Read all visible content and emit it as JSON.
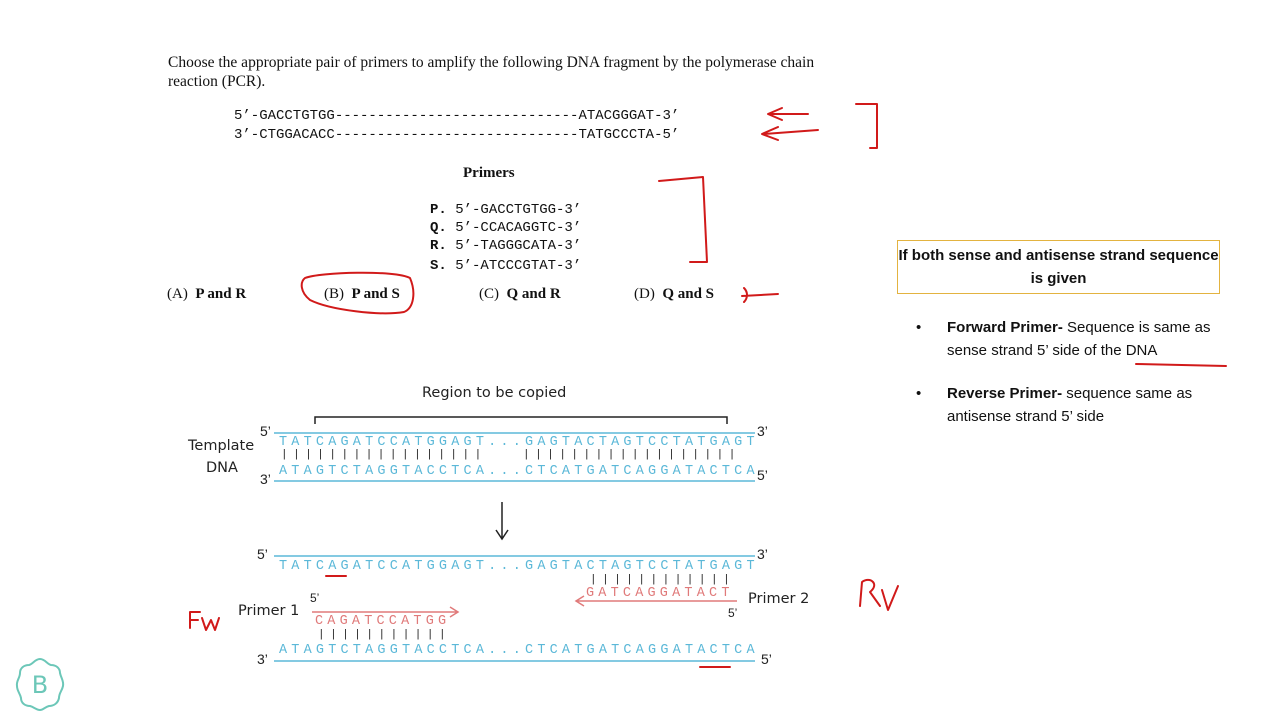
{
  "question": {
    "text": "Choose the appropriate pair of primers to amplify the following DNA fragment by the polymerase chain reaction (PCR).",
    "strand_top": "5’-GACCTGTGG-----------------------------ATACGGGAT-3’",
    "strand_bottom": "3’-CTGGACACC-----------------------------TATGCCCTA-5’",
    "primers_title": "Primers",
    "primers": [
      {
        "label": "P.",
        "seq": "5’-GACCTGTGG-3’"
      },
      {
        "label": "Q.",
        "seq": "5’-CCACAGGTC-3’"
      },
      {
        "label": "R.",
        "seq": "5’-TAGGGCATA-3’"
      },
      {
        "label": "S.",
        "seq": "5’-ATCCCGTAT-3’"
      }
    ],
    "options": [
      {
        "letter": "(A)",
        "answer": "P and R"
      },
      {
        "letter": "(B)",
        "answer": "P and S"
      },
      {
        "letter": "(C)",
        "answer": "Q and R"
      },
      {
        "letter": "(D)",
        "answer": "Q and S"
      }
    ]
  },
  "info_box": {
    "text": "If both sense and antisense strand sequence is given"
  },
  "bullets": [
    {
      "bold": "Forward Primer-",
      "text": " Sequence is same as sense strand 5’ side of the DNA"
    },
    {
      "bold": "Reverse Primer-",
      "text": " sequence same as antisense strand 5’ side"
    }
  ],
  "diagram": {
    "region_label": "Region to be copied",
    "template_label_1": "Template",
    "template_label_2": "DNA",
    "top_seq": "TATCAGATCCATGGAGT...GAGTACTAGTCCTATGAGT",
    "bottom_seq": "ATAGTCTAGGTACCTCA...CTCATGATCAGGATACTCA",
    "bonds_top": "|||||||||||||||||   ||||||||||||||||||",
    "primer1_label": "Primer 1",
    "primer1_seq": "CAGATCCATGG",
    "primer2_label": "Primer 2",
    "primer2_seq": "GATCAGGATACT",
    "bonds_p1": "|||||||||||",
    "bonds_p2": "||||||||||||",
    "five_prime": "5’",
    "three_prime": "3’",
    "fw_note": "Fw",
    "rv_note": "Rv"
  },
  "colors": {
    "blue_strand": "#5bb8d8",
    "red_primer": "#e07a7a",
    "annotation_red": "#d11a1a",
    "box_border": "#e3b340"
  },
  "logo": {
    "letter": "B"
  }
}
